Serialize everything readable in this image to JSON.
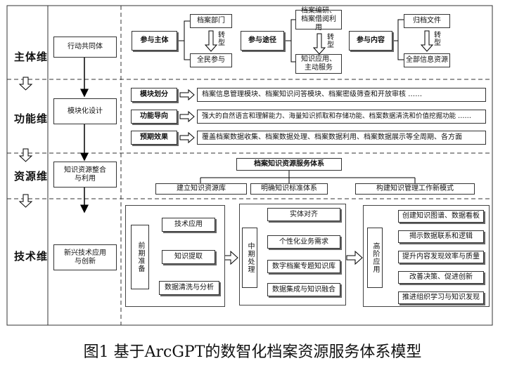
{
  "dimensions": {
    "subject": "主体维",
    "function": "功能维",
    "resource": "资源维",
    "technology": "技术维"
  },
  "left_column": {
    "subject": "行动共同体",
    "function": "模块化设计",
    "resource": "知识资源整合与利用",
    "technology": "新兴技术应用与创新"
  },
  "subject_layer": {
    "participants": {
      "label": "参与主体",
      "from": "档案部门",
      "shift": "转型",
      "to": "全民参与"
    },
    "approach": {
      "label": "参与途径",
      "from": "档案编研、档案借阅利用",
      "shift": "转型",
      "to": "知识应用、主动服务"
    },
    "content": {
      "label": "参与内容",
      "from": "归档文件",
      "shift": "转型",
      "to": "全部信息资源"
    }
  },
  "function_layer": [
    {
      "label": "模块划分",
      "text": "档案信息管理模块、档案知识问答模块、档案密级筛查和开放审核  ……"
    },
    {
      "label": "功能导向",
      "text": "强大的自然语言和理解能力、海量知识抓取和存储功能、档案数据清洗和价值挖掘功能  ……"
    },
    {
      "label": "预期效果",
      "text": "覆盖档案数据收集、档案数据处理、档案数据利用、档案数据展示等全周期、各方面"
    }
  ],
  "resource_layer": {
    "title": "档案知识资源服务体系",
    "items": [
      "建立知识资源库",
      "明确知识标准体系",
      "构建知识管理工作新模式"
    ]
  },
  "technology_layer": {
    "early": {
      "label": "前期准备",
      "items": [
        "技术应用",
        "知识提取",
        "数据清洗与分析"
      ]
    },
    "middle": {
      "label": "中期处理",
      "items": [
        "实体对齐",
        "个性化业务需求",
        "数字档案专题知识库",
        "数据集成与知识融合"
      ]
    },
    "advanced": {
      "label": "高阶应用",
      "items": [
        "创建知识图谱、数据看板",
        "揭示数据联系和逻辑",
        "提升内容发现效率与质量",
        "改善决策、促进创新",
        "推进组织学习与知识发现"
      ]
    }
  },
  "caption": "图1 基于ArcGPT的数智化档案资源服务体系模型"
}
